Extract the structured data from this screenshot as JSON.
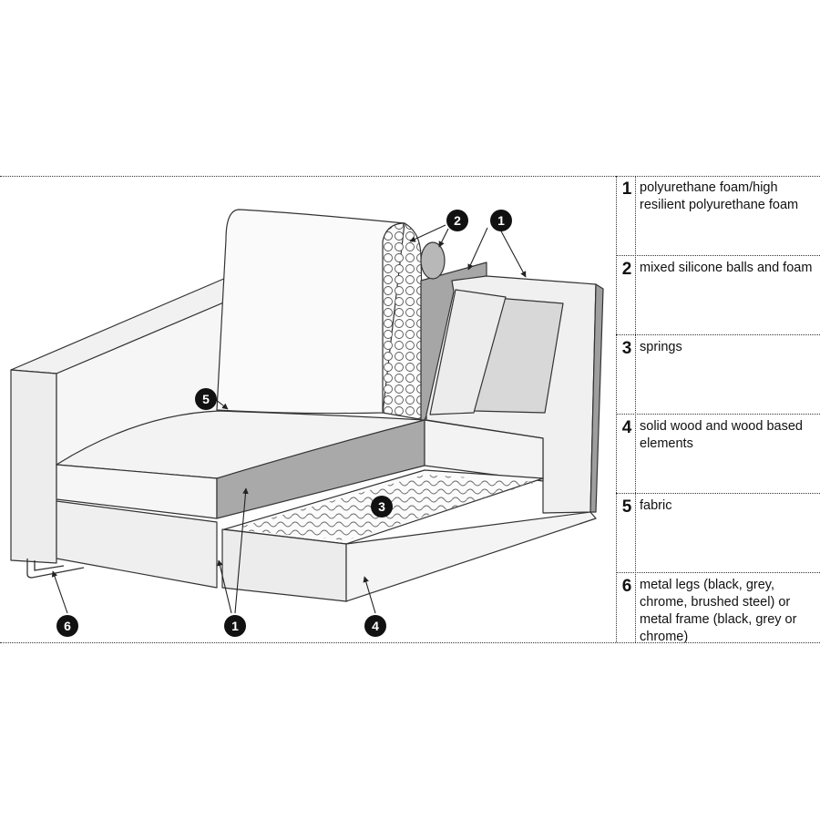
{
  "legend": [
    {
      "number": "1",
      "text": "polyurethane foam/high resilient polyurethane foam"
    },
    {
      "number": "2",
      "text": "mixed silicone balls and foam"
    },
    {
      "number": "3",
      "text": "springs"
    },
    {
      "number": "4",
      "text": "solid wood and wood based elements"
    },
    {
      "number": "5",
      "text": "fabric"
    },
    {
      "number": "6",
      "text": "metal legs (black, grey, chrome, brushed steel) or metal frame (black, grey or chrome)"
    }
  ],
  "callouts": {
    "foam_back": "1",
    "foam_bottom": "1",
    "silicone": "2",
    "springs": "3",
    "wood": "4",
    "fabric": "5",
    "legs": "6"
  }
}
